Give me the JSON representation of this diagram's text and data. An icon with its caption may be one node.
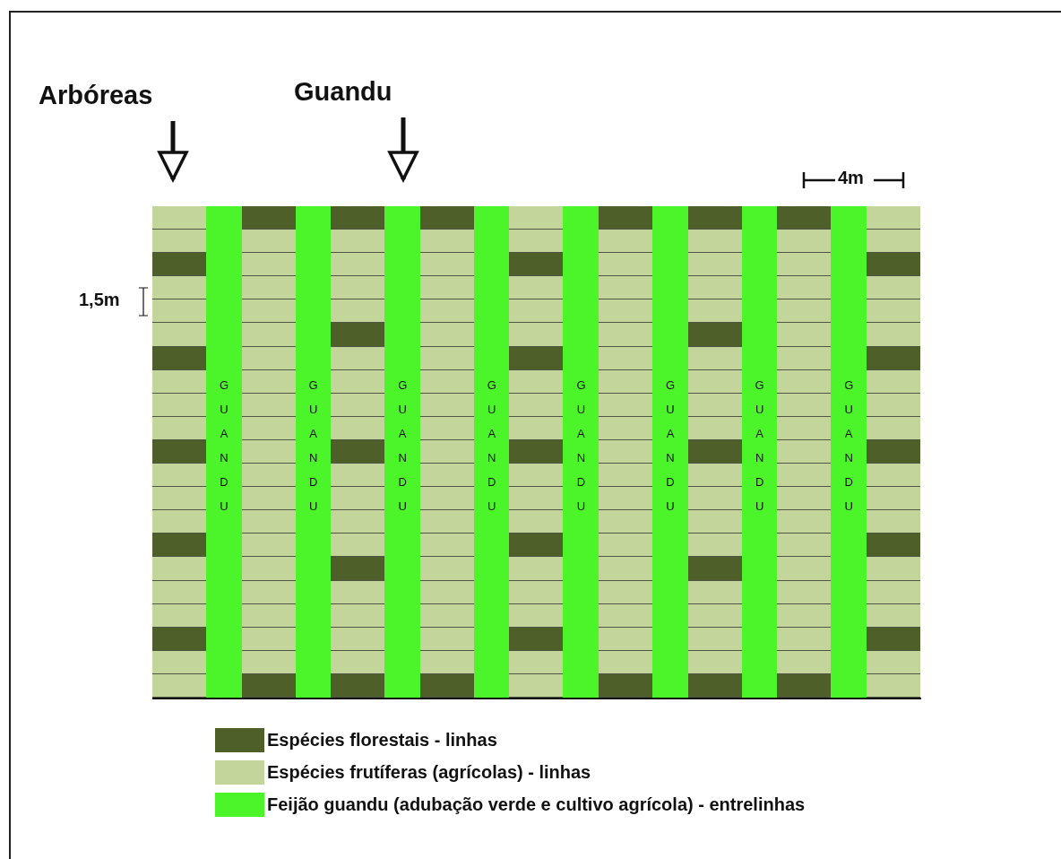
{
  "diagram": {
    "nodes": [
      {
        "text": [
          "Arbóreas"
        ]
      },
      {
        "text": [
          "Guandu"
        ]
      },
      {
        "text": [],
        "shape": "bar"
      },
      {
        "text": [
          "GUANDU"
        ]
      },
      {
        "text": [],
        "shape": "bar"
      },
      {
        "text": [
          "GUANDU"
        ]
      },
      {
        "text": [],
        "shape": "bar"
      },
      {
        "text": [
          "GUANDU"
        ]
      },
      {
        "text": [],
        "shape": "bar"
      },
      {
        "text": [
          "GUANDU"
        ]
      },
      {
        "text": [],
        "shape": "bar"
      },
      {
        "text": [
          "GUANDU"
        ]
      },
      {
        "text": [],
        "shape": "bar"
      },
      {
        "text": [
          "GUANDU"
        ]
      },
      {
        "text": [],
        "shape": "bar"
      },
      {
        "text": [
          "GUANDU"
        ]
      },
      {
        "text": [],
        "shape": "bar"
      },
      {
        "text": [
          "GUANDU"
        ]
      },
      {
        "text": [],
        "shape": "bar"
      }
    ],
    "edges": [
      {
        "from": 0,
        "to": 2,
        "arrow": "to"
      },
      {
        "from": 1,
        "to": 7,
        "arrow": "to"
      }
    ],
    "labels": [
      "4m",
      "1,5m"
    ],
    "legend": [
      {
        "text": "Espécies florestais - linhas",
        "color": "#4f5f29"
      },
      {
        "text": "Espécies frutíferas (agrícolas) - linhas",
        "color": "#c4d59b"
      },
      {
        "text": "Feijão guandu (adubação verde e cultivo agrícola) - entrelinhas",
        "color": "#4cf52a"
      }
    ]
  }
}
